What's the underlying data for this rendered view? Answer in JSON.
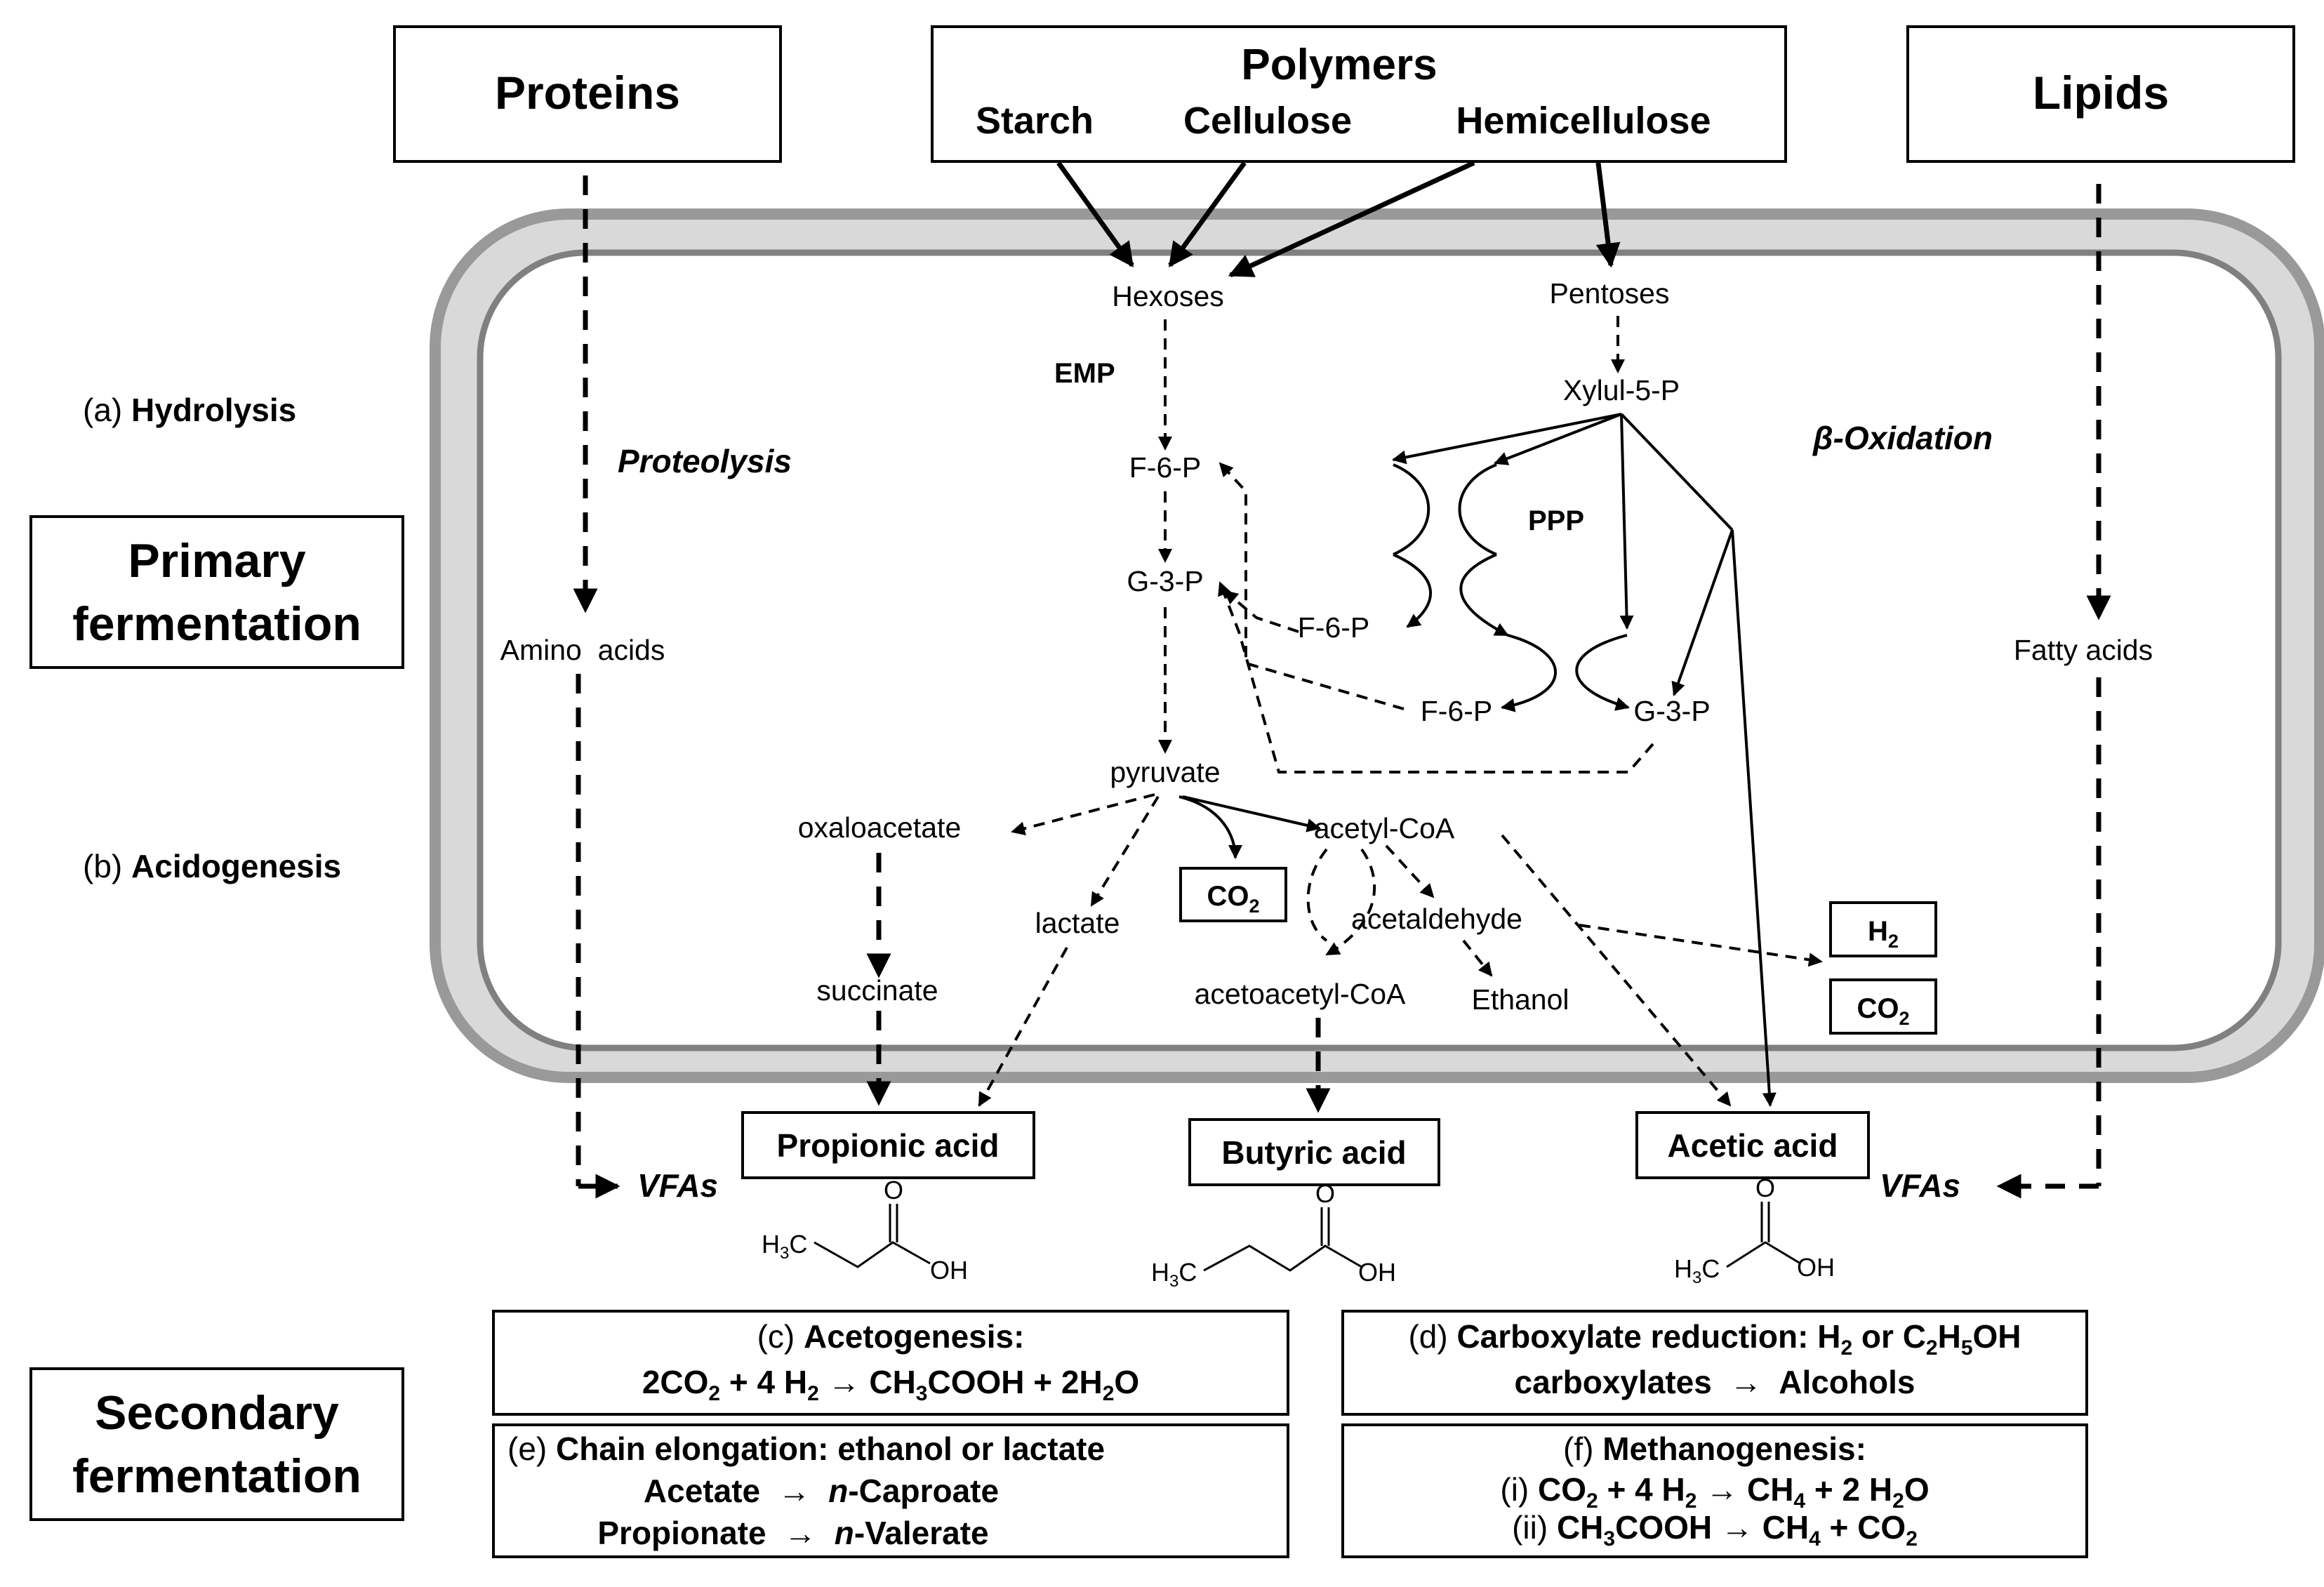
{
  "sources": {
    "proteins": "Proteins",
    "polymers": "Polymers",
    "starch": "Starch",
    "cellulose": "Cellulose",
    "hemicellulose": "Hemicellulose",
    "lipids": "Lipids"
  },
  "stages": {
    "hydrolysis_prefix": "(a)",
    "hydrolysis": "Hydrolysis",
    "acidogenesis_prefix": "(b)",
    "acidogenesis": "Acidogenesis",
    "primary_line1": "Primary",
    "primary_line2": "fermentation",
    "secondary_line1": "Secondary",
    "secondary_line2": "fermentation"
  },
  "pathways": {
    "proteolysis": "Proteolysis",
    "beta_oxidation": "β-Oxidation",
    "emp": "EMP",
    "ppp": "PPP"
  },
  "metabolites": {
    "hexoses": "Hexoses",
    "pentoses": "Pentoses",
    "xylul5p": "Xylul-5-P",
    "f6p_main": "F-6-P",
    "g3p_main": "G-3-P",
    "f6p_ppp1": "F-6-P",
    "f6p_ppp2": "F-6-P",
    "g3p_ppp": "G-3-P",
    "amino_acids": "Amino  acids",
    "fatty_acids": "Fatty acids",
    "pyruvate": "pyruvate",
    "oxaloacetate": "oxaloacetate",
    "succinate": "succinate",
    "lactate": "lactate",
    "acetyl_coa": "acetyl-CoA",
    "acetaldehyde": "acetaldehyde",
    "acetoacetyl_coa": "acetoacetyl-CoA",
    "ethanol": "Ethanol",
    "co2_sym": "CO",
    "co2_sub": "2",
    "h2_sym": "H",
    "h2_sub": "2"
  },
  "products": {
    "propionic": "Propionic acid",
    "butyric": "Butyric acid",
    "acetic": "Acetic acid",
    "vfas": "VFAs"
  },
  "structures": {
    "o": "O",
    "oh": "OH",
    "h3c": "H",
    "h3c_sub": "3",
    "h3c_c": "C"
  },
  "secondary": {
    "c_prefix": "(c) ",
    "c_title": "Acetogenesis:",
    "c_eq": [
      "2CO",
      "2",
      " + 4 H",
      "2",
      " → CH",
      "3",
      "COOH + 2H",
      "2",
      "O"
    ],
    "d_prefix": "(d) ",
    "d_title": [
      "Carboxylate reduction: H",
      "2",
      " or C",
      "2",
      "H",
      "5",
      "OH"
    ],
    "d_line2": "carboxylates  →  Alcohols",
    "e_prefix": "(e) ",
    "e_title": "Chain elongation: ethanol or lactate",
    "e_line2a": "Acetate  →  ",
    "e_line2b": "n",
    "e_line2c": "-Caproate",
    "e_line3a": "Propionate  →  ",
    "e_line3b": "n",
    "e_line3c": "-Valerate",
    "f_prefix": "(f) ",
    "f_title": "Methanogenesis:",
    "f_eq1": [
      "(i) ",
      "CO",
      "2",
      " + 4 H",
      "2",
      " → CH",
      "4",
      " + 2 H",
      "2",
      "O"
    ],
    "f_eq2": [
      "(ii) ",
      "CH",
      "3",
      "COOH → CH",
      "4",
      " + CO",
      "2"
    ]
  }
}
